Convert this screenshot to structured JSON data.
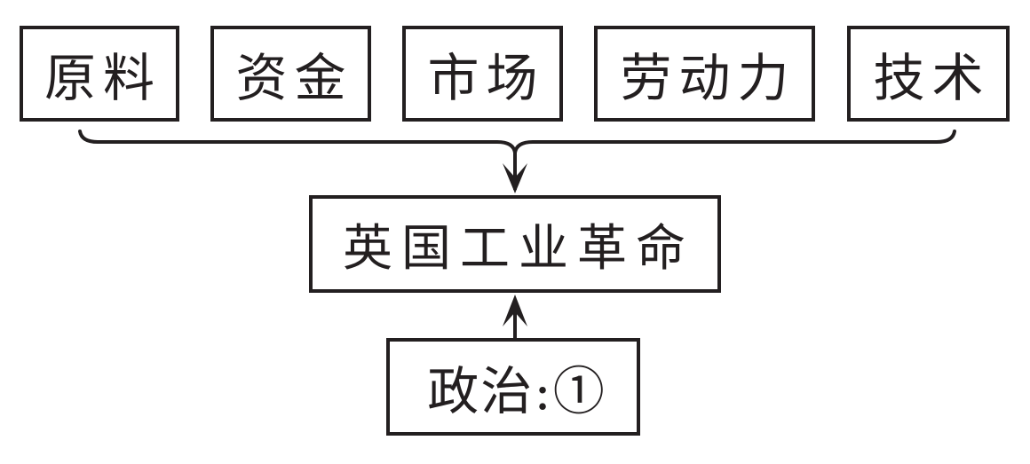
{
  "factors": [
    {
      "label": "原料"
    },
    {
      "label": "资金"
    },
    {
      "label": "市场"
    },
    {
      "label": "劳动力"
    },
    {
      "label": "技术"
    }
  ],
  "result": {
    "label": "英国工业革命"
  },
  "condition": {
    "label": "政治:①"
  },
  "colors": {
    "stroke": "#231f20",
    "background": "#ffffff"
  }
}
